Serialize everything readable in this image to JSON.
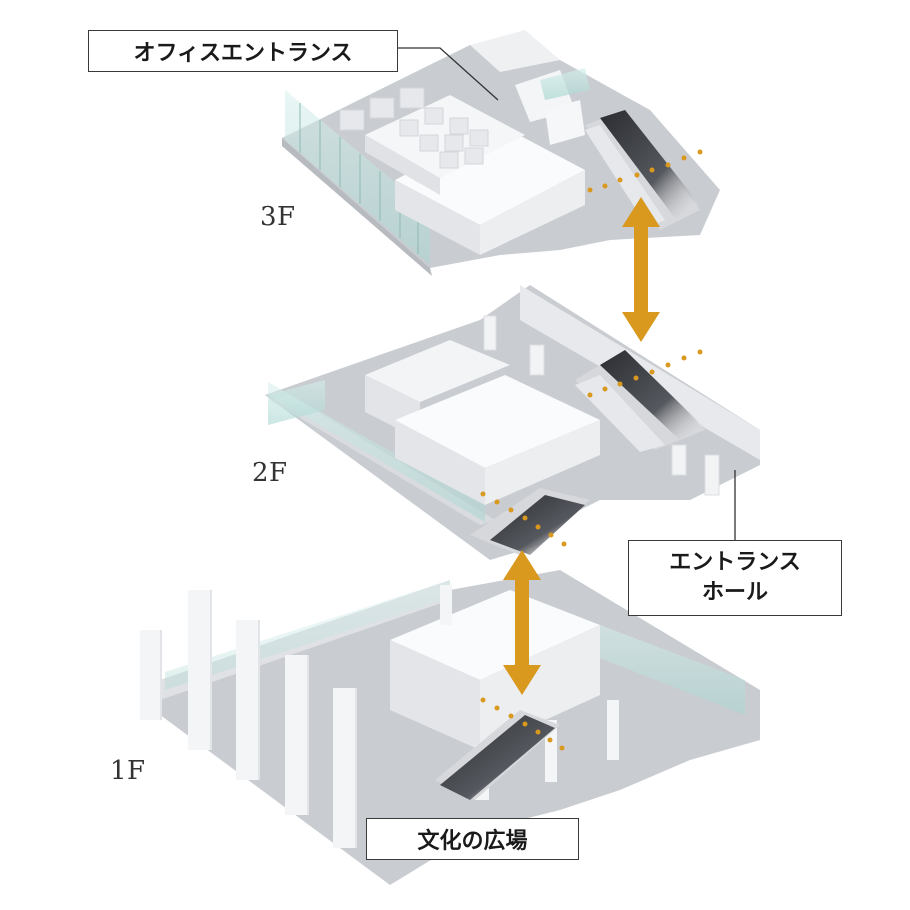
{
  "labels": {
    "office_entrance": "オフィスエントランス",
    "entrance_hall_line1": "エントランス",
    "entrance_hall_line2": "ホール",
    "culture_plaza": "文化の広場"
  },
  "floors": {
    "f3": "3F",
    "f2": "2F",
    "f1": "1F"
  },
  "colors": {
    "arrow": "#d9981e",
    "dots": "#d9981e",
    "floor_plate": "#c9ccd1",
    "volume": "#f1f2f4",
    "glass": "#bfe3df",
    "escalator": "#3a3c40",
    "leader": "#333333"
  }
}
